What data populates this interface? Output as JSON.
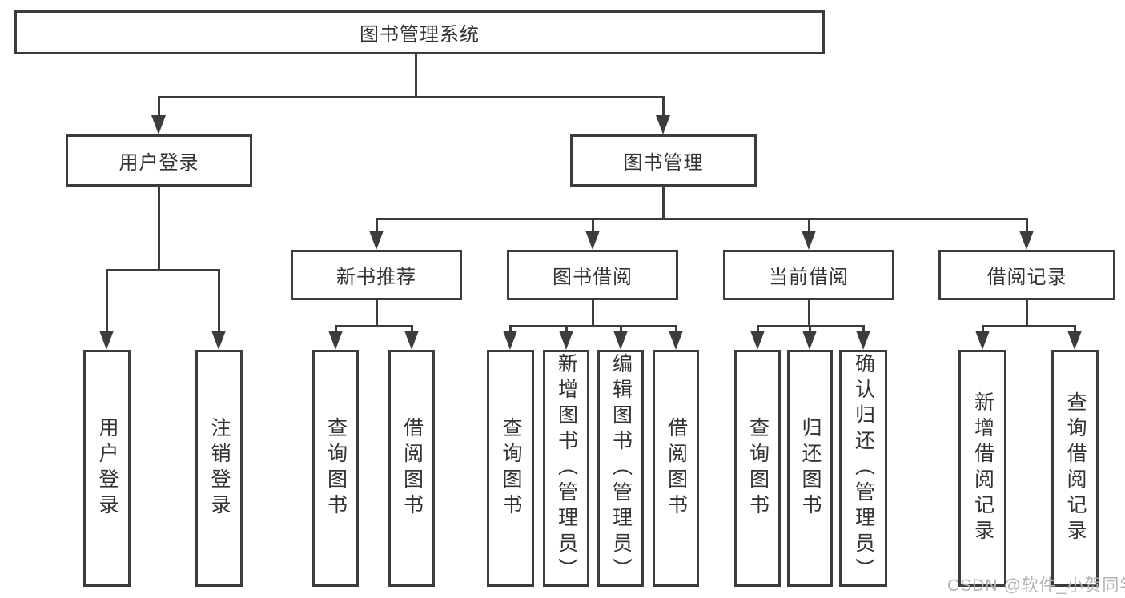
{
  "tree": {
    "root": {
      "label": "图书管理系统",
      "children": [
        {
          "label": "用户登录",
          "children": [
            {
              "label": "用户登录"
            },
            {
              "label": "注销登录"
            }
          ]
        },
        {
          "label": "图书管理",
          "children": [
            {
              "label": "新书推荐",
              "children": [
                {
                  "label": "查询图书"
                },
                {
                  "label": "借阅图书"
                }
              ]
            },
            {
              "label": "图书借阅",
              "children": [
                {
                  "label": "查询图书"
                },
                {
                  "label": "新增图书（管理员）"
                },
                {
                  "label": "编辑图书（管理员）"
                },
                {
                  "label": "借阅图书"
                }
              ]
            },
            {
              "label": "当前借阅",
              "children": [
                {
                  "label": "查询图书"
                },
                {
                  "label": "归还图书"
                },
                {
                  "label": "确认归还（管理员）"
                }
              ]
            },
            {
              "label": "借阅记录",
              "children": [
                {
                  "label": "新增借阅记录"
                },
                {
                  "label": "查询借阅记录"
                }
              ]
            }
          ]
        }
      ]
    }
  },
  "watermark": {
    "text": "CSDN @软件_小贺同学"
  },
  "colors": {
    "line": "#3c3c3c",
    "text": "#333333",
    "watermark": "#b3b3b3",
    "background": "#ffffff"
  }
}
